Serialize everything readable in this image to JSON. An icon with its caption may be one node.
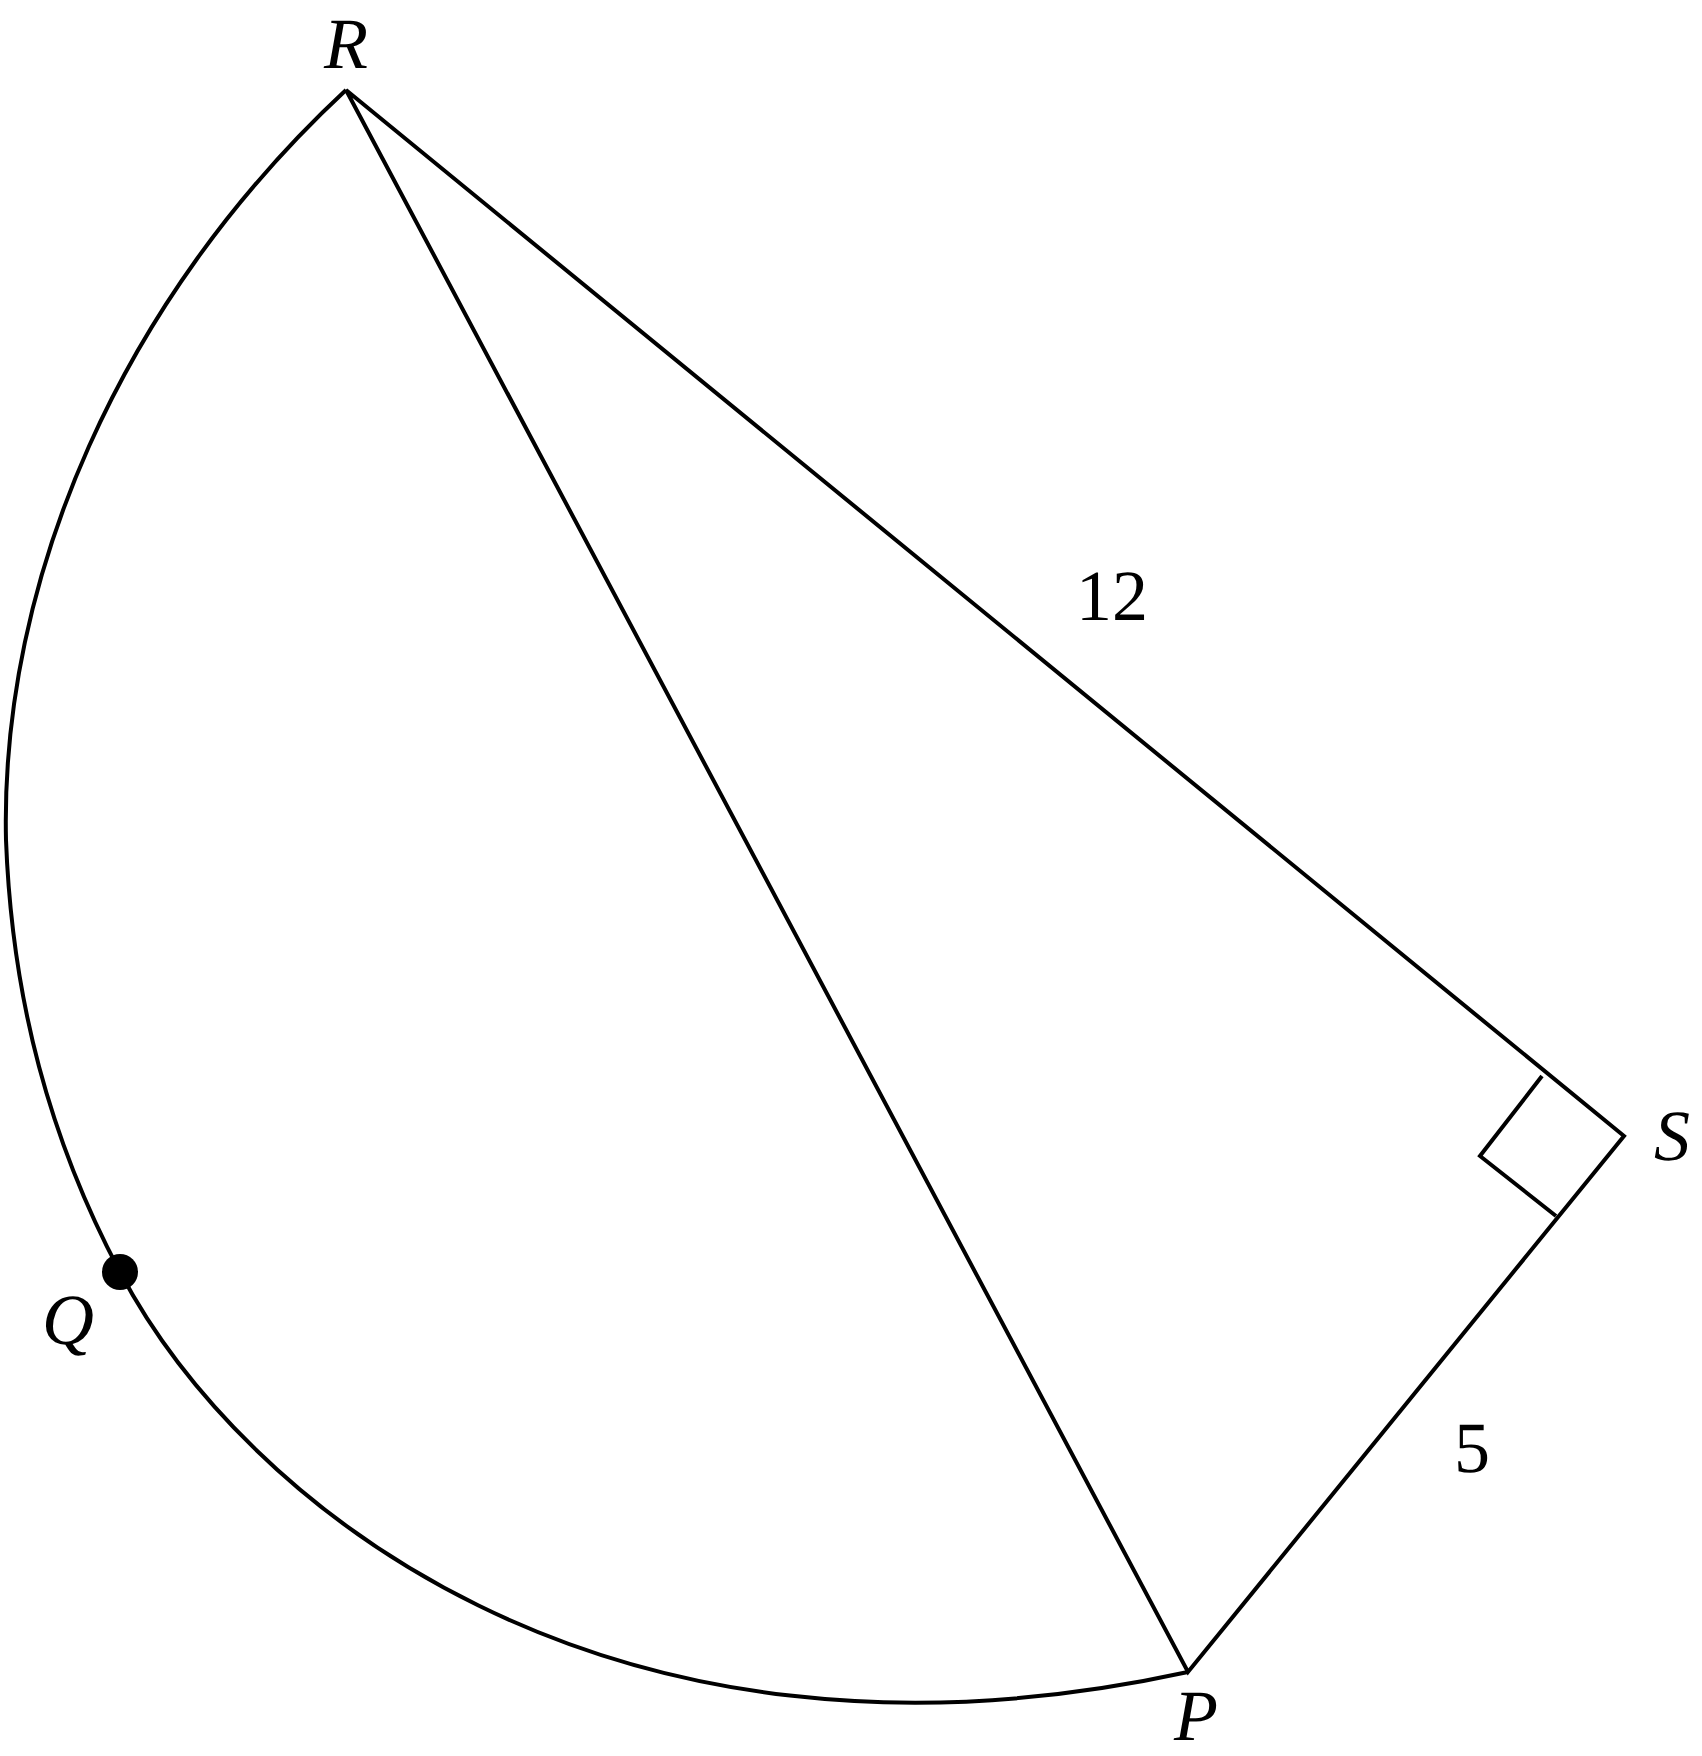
{
  "diagram": {
    "labels": [
      "R",
      "12",
      "S",
      "Q",
      "5",
      "P"
    ]
  }
}
